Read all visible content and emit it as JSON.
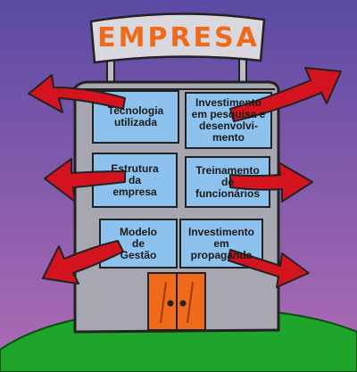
{
  "sign": {
    "title": "EMPRESA"
  },
  "windows": [
    {
      "id": "tecnologia",
      "label": "Tecnologia\nutilizada"
    },
    {
      "id": "investimento-pesquisa",
      "label": "Investimento\nem pesquisa e\ndesenvolvi-\nmento"
    },
    {
      "id": "estrutura",
      "label": "Estrutura\nda\nempresa"
    },
    {
      "id": "treinamento",
      "label": "Treinamento\nde\nfuncionários"
    },
    {
      "id": "modelo-gestao",
      "label": "Modelo\nde\nGestão"
    },
    {
      "id": "investimento-propaganda",
      "label": "Investimento\nem\npropaganda"
    }
  ],
  "colors": {
    "sky_top": "#5b4aa3",
    "sky_bottom": "#b06cb5",
    "grass": "#1fa52b",
    "building": "#a7a7b1",
    "window": "#8ec2ee",
    "arrow": "#d3141e",
    "door": "#ef6a1a",
    "sign": "#d8d8de",
    "sign_text": "#ef6a1a"
  }
}
